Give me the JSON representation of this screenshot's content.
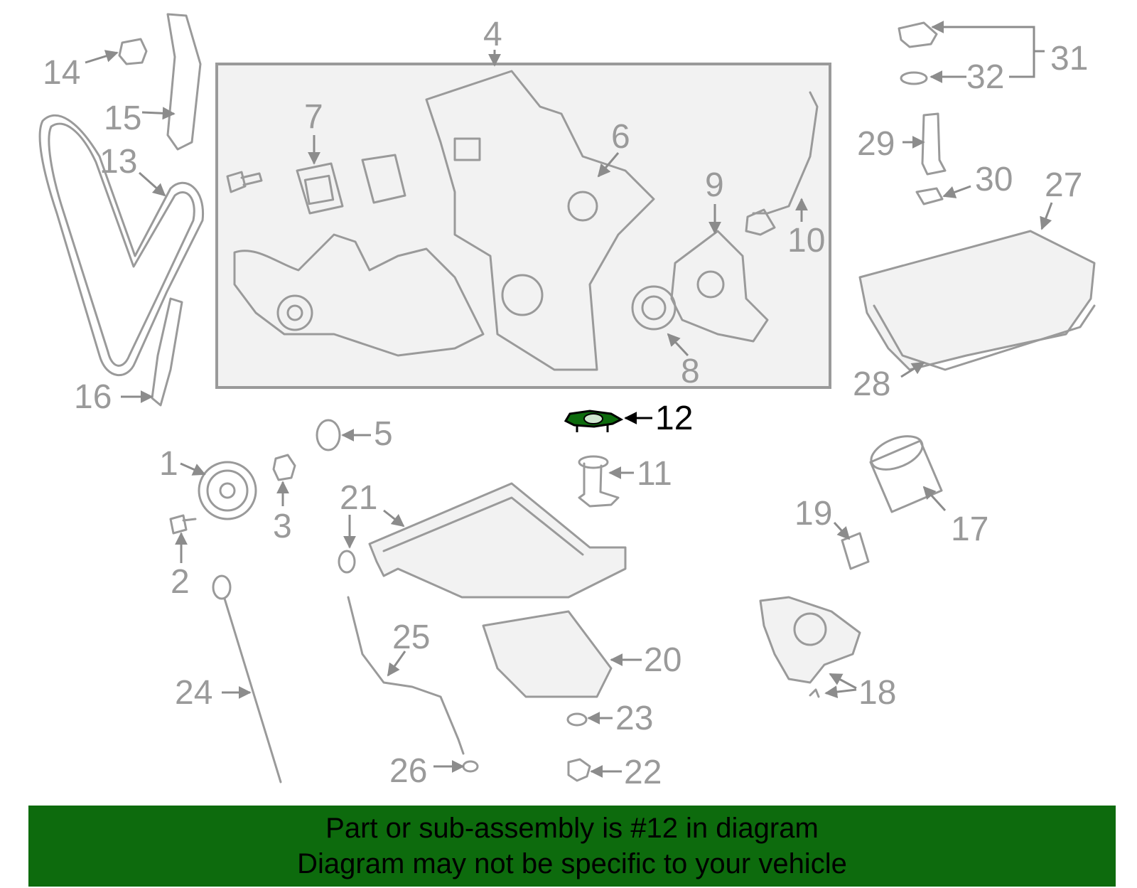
{
  "callouts": [
    "1",
    "2",
    "3",
    "4",
    "5",
    "6",
    "7",
    "8",
    "9",
    "10",
    "11",
    "12",
    "13",
    "14",
    "15",
    "16",
    "17",
    "18",
    "19",
    "20",
    "21",
    "22",
    "23",
    "24",
    "25",
    "26",
    "27",
    "28",
    "29",
    "30",
    "31",
    "32"
  ],
  "highlight_color": "#0d6b0d",
  "line_color": "#9a9a9a",
  "footer": {
    "line1": "Part or sub-assembly is #12 in diagram",
    "line2": "Diagram may not be specific to your vehicle",
    "background": "#0d6b0d"
  }
}
